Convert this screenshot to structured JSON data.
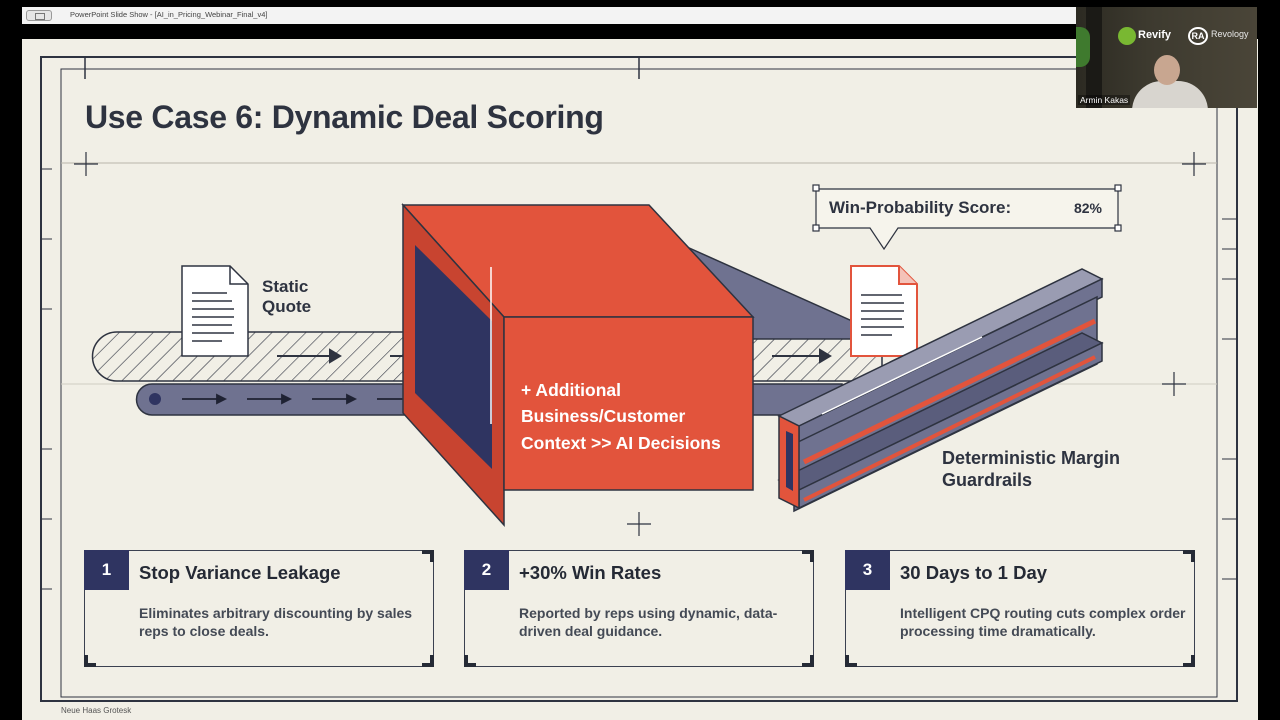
{
  "window": {
    "title": "PowerPoint Slide Show - [AI_in_Pricing_Webinar_Final_v4]"
  },
  "slide": {
    "title": "Use Case 6: Dynamic Deal Scoring",
    "static_quote_label": "Static\nQuote",
    "box_text": "+ Additional\nBusiness/Customer\nContext >> AI Decisions",
    "score": {
      "label": "Win-Probability Score:",
      "value": "82%"
    },
    "guardrails_label": "Deterministic Margin\nGuardrails",
    "cards": [
      {
        "number": "1",
        "title": "Stop Variance Leakage",
        "description": "Eliminates arbitrary discounting by sales reps to close deals."
      },
      {
        "number": "2",
        "title": "+30% Win Rates",
        "description": "Reported by reps using dynamic, data-driven deal guidance."
      },
      {
        "number": "3",
        "title": "30 Days to 1 Day",
        "description": "Intelligent CPQ routing cuts complex order processing time dramatically."
      }
    ],
    "footer_note": "Neue Haas Grotesk"
  },
  "webcam": {
    "participant_name": "Armin Kakas",
    "logo_left": "Revify",
    "logo_right": "Revology",
    "logo_right_mark": "RA"
  },
  "colors": {
    "slide_bg": "#f1efe6",
    "accent_red": "#e2543c",
    "navy": "#2f3461",
    "ink": "#2e3340",
    "steel": "#6f7290"
  }
}
